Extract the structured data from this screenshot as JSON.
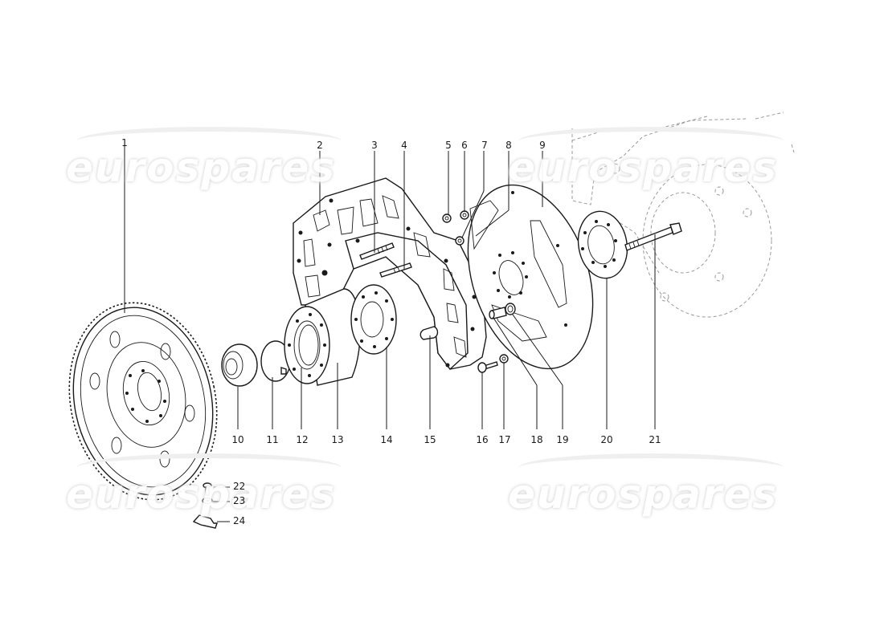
{
  "diagram": {
    "type": "exploded-parts-view",
    "subject": "flywheel and engine-to-gearbox adapter plate assembly",
    "watermark_text": "eurospares",
    "colors": {
      "line": "#1a1a1a",
      "ghost": "#9a9a9a",
      "background": "#ffffff",
      "watermark_shadow": "#d2d2d2"
    },
    "callouts_top": [
      {
        "id": "1",
        "label": "1"
      },
      {
        "id": "2",
        "label": "2"
      },
      {
        "id": "3",
        "label": "3"
      },
      {
        "id": "4",
        "label": "4"
      },
      {
        "id": "5",
        "label": "5"
      },
      {
        "id": "6",
        "label": "6"
      },
      {
        "id": "7",
        "label": "7"
      },
      {
        "id": "8",
        "label": "8"
      },
      {
        "id": "9",
        "label": "9"
      }
    ],
    "callouts_bottom": [
      {
        "id": "10",
        "label": "10"
      },
      {
        "id": "11",
        "label": "11"
      },
      {
        "id": "12",
        "label": "12"
      },
      {
        "id": "13",
        "label": "13"
      },
      {
        "id": "14",
        "label": "14"
      },
      {
        "id": "15",
        "label": "15"
      },
      {
        "id": "16",
        "label": "16"
      },
      {
        "id": "17",
        "label": "17"
      },
      {
        "id": "18",
        "label": "18"
      },
      {
        "id": "19",
        "label": "19"
      },
      {
        "id": "20",
        "label": "20"
      },
      {
        "id": "21",
        "label": "21"
      }
    ],
    "callouts_side": [
      {
        "id": "22",
        "label": "22"
      },
      {
        "id": "23",
        "label": "23"
      },
      {
        "id": "24",
        "label": "24"
      }
    ],
    "parts": [
      {
        "id": "1",
        "name": "flywheel-ring-gear"
      },
      {
        "id": "2",
        "name": "adapter-plate"
      },
      {
        "id": "3",
        "name": "stud"
      },
      {
        "id": "4",
        "name": "stud"
      },
      {
        "id": "5",
        "name": "nut"
      },
      {
        "id": "6",
        "name": "nut"
      },
      {
        "id": "7",
        "name": "washer"
      },
      {
        "id": "8",
        "name": "nut"
      },
      {
        "id": "9",
        "name": "drive-plate"
      },
      {
        "id": "10",
        "name": "bush"
      },
      {
        "id": "11",
        "name": "circlip"
      },
      {
        "id": "12",
        "name": "pin"
      },
      {
        "id": "13",
        "name": "hub"
      },
      {
        "id": "14",
        "name": "spacer-ring"
      },
      {
        "id": "15",
        "name": "dowel"
      },
      {
        "id": "16",
        "name": "screw"
      },
      {
        "id": "17",
        "name": "washer"
      },
      {
        "id": "18",
        "name": "dowel"
      },
      {
        "id": "19",
        "name": "washer"
      },
      {
        "id": "20",
        "name": "flange-plate"
      },
      {
        "id": "21",
        "name": "bolt"
      },
      {
        "id": "22",
        "name": "screw"
      },
      {
        "id": "23",
        "name": "washer"
      },
      {
        "id": "24",
        "name": "lock-plate"
      }
    ]
  }
}
